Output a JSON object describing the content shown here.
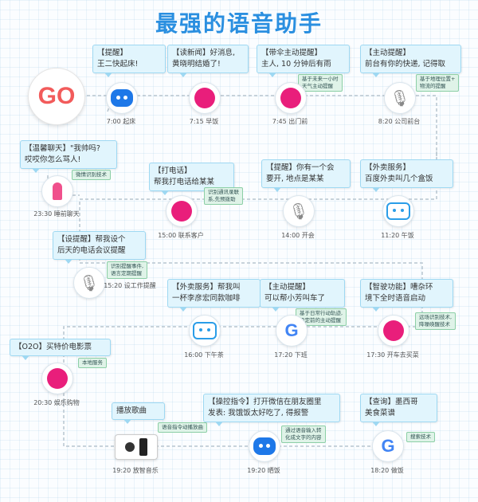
{
  "title": "最强的语音助手",
  "logo": "GO",
  "nodes": [
    {
      "id": "n1",
      "bubble": "【提醒】\n王二快起床!",
      "caption": "7:00 起床",
      "icon": "robot-icon",
      "note": ""
    },
    {
      "id": "n2",
      "bubble": "【读新闻】好消息,\n黄晓明结婚了!",
      "caption": "7:15 早饭",
      "icon": "voice-wave-icon",
      "note": ""
    },
    {
      "id": "n3",
      "bubble": "【带伞主动提醒】\n主人, 10 分钟后有雨",
      "caption": "7:45 出门前",
      "icon": "voice-wave-icon",
      "note": "基于未来一小时\n天气主动提醒"
    },
    {
      "id": "n4",
      "bubble": "【主动提醒】\n前台有你的快递, 记得取",
      "caption": "8:20 公司前台",
      "icon": "microphone-icon",
      "note": "基于地理位置+\n物流的提醒"
    },
    {
      "id": "n5",
      "bubble": "【温馨聊天】\"我帅吗?\n哎哎你怎么骂人!",
      "caption": "23:30 睡前聊天",
      "icon": "popsicle-icon",
      "note": "微情识别技术"
    },
    {
      "id": "n6",
      "bubble": "【打电话】\n帮我打电话给某某",
      "caption": "15:00 联系客户",
      "icon": "voice-wave-icon",
      "note": "识别通讯录联\n系,先预拨助"
    },
    {
      "id": "n7",
      "bubble": "【提醒】你有一个会\n要开, 地点是某某",
      "caption": "14:00 开会",
      "icon": "microphone-icon",
      "note": ""
    },
    {
      "id": "n8",
      "bubble": "【外卖服务】\n百度外卖叫几个盒饭",
      "caption": "11:20 午饭",
      "icon": "robot-box-icon",
      "note": ""
    },
    {
      "id": "n9",
      "bubble": "【设提醒】帮我设个\n后天的电话会议提醒",
      "caption": "15:20 设工作提醒",
      "icon": "microphone-icon",
      "note": "识别提醒事件,\n语言定期提醒"
    },
    {
      "id": "n10",
      "bubble": "【外卖服务】帮我叫\n一杯李彦宏同款咖啡",
      "caption": "16:00 下午茶",
      "icon": "robot-box-icon",
      "note": ""
    },
    {
      "id": "n11",
      "bubble": "【主动提醒】\n可以帮小芳叫车了",
      "caption": "17:20 下班",
      "icon": "google-icon",
      "note": "基于日常行动轨迹,\n设定前的主动提醒"
    },
    {
      "id": "n12",
      "bubble": "【智驶功能】嘈杂环\n境下全时语音启动",
      "caption": "17:30 开车去买菜",
      "icon": "voice-wave-icon",
      "note": "远场识别技术,\n降噪唤醒技术"
    },
    {
      "id": "n13",
      "bubble": "【O2O】买特价电影票",
      "caption": "20:30 娱乐购物",
      "icon": "voice-wave-icon",
      "note": "本地服务"
    },
    {
      "id": "n14",
      "bubble": "播放歌曲",
      "caption": "19:20 放智音乐",
      "icon": "speaker-icon",
      "note": "语音指令动播放曲"
    },
    {
      "id": "n15",
      "bubble": "【操控指令】打开微信在朋友圈里\n发表: 我饿饭太好吃了, 得报警",
      "caption": "19:20 晒饭",
      "icon": "robot-icon",
      "note": "通过语音输入转\n化成文字的内容"
    },
    {
      "id": "n16",
      "bubble": "【查询】墨西哥\n美食菜谱",
      "caption": "18:20 做饭",
      "icon": "google-icon",
      "note": "搜索技术"
    }
  ]
}
